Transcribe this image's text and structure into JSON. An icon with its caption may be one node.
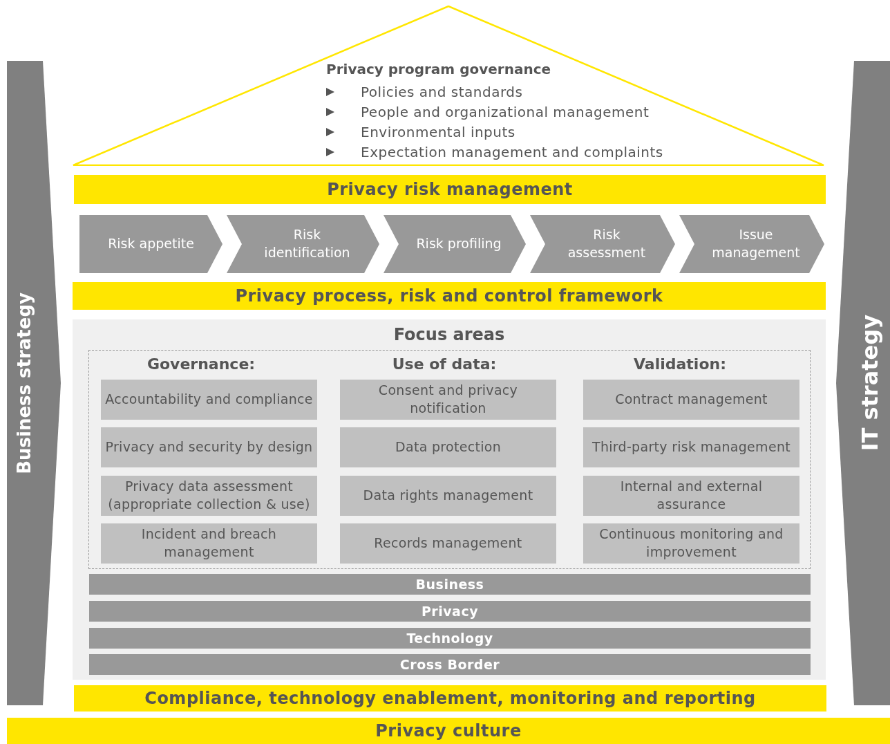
{
  "diagram": {
    "nodes": [
      {
        "text": [
          "Privacy program governance",
          "Policies and standards",
          "People and organizational management",
          "Environmental inputs",
          "Expectation management and complaints"
        ]
      },
      {
        "text": [
          "Privacy risk management"
        ]
      },
      {
        "text": [
          "Risk appetite"
        ]
      },
      {
        "text": [
          "Risk identification"
        ]
      },
      {
        "text": [
          "Risk profiling"
        ]
      },
      {
        "text": [
          "Risk assessment"
        ]
      },
      {
        "text": [
          "Issue management"
        ]
      },
      {
        "text": [
          "Privacy process, risk and control framework"
        ]
      },
      {
        "text": [
          "Focus areas"
        ]
      },
      {
        "text": [],
        "shape": "box",
        "in": 8
      },
      {
        "text": [
          "Accountability and compliance"
        ],
        "in": 9
      },
      {
        "text": [
          "Consent and privacy notification"
        ],
        "in": 9
      },
      {
        "text": [
          "Contract management"
        ],
        "in": 9
      },
      {
        "text": [
          "Privacy and security by design"
        ],
        "in": 9
      },
      {
        "text": [
          "Data protection"
        ],
        "in": 9
      },
      {
        "text": [
          "Third-party risk management"
        ],
        "in": 9
      },
      {
        "text": [
          "Privacy data assessment (appropriate collection & use)"
        ],
        "in": 9
      },
      {
        "text": [
          "Data rights management"
        ],
        "in": 9
      },
      {
        "text": [
          "Internal and external assurance"
        ],
        "in": 9
      },
      {
        "text": [
          "Incident and breach management"
        ],
        "in": 9
      },
      {
        "text": [
          "Records management"
        ],
        "in": 9
      },
      {
        "text": [
          "Continuous monitoring and improvement"
        ],
        "in": 9
      },
      {
        "text": [
          "Business"
        ],
        "in": 8
      },
      {
        "text": [
          "Privacy"
        ],
        "in": 8
      },
      {
        "text": [
          "Technology"
        ],
        "in": 8
      },
      {
        "text": [
          "Cross Border"
        ],
        "in": 8
      },
      {
        "text": [
          "Compliance, technology enablement, monitoring and reporting"
        ]
      },
      {
        "text": [
          "Privacy culture"
        ]
      },
      {
        "text": [
          "Business strategy"
        ]
      },
      {
        "text": [
          "IT strategy"
        ]
      }
    ],
    "labels": [
      "Governance:",
      "Use of data:",
      "Validation:"
    ]
  }
}
